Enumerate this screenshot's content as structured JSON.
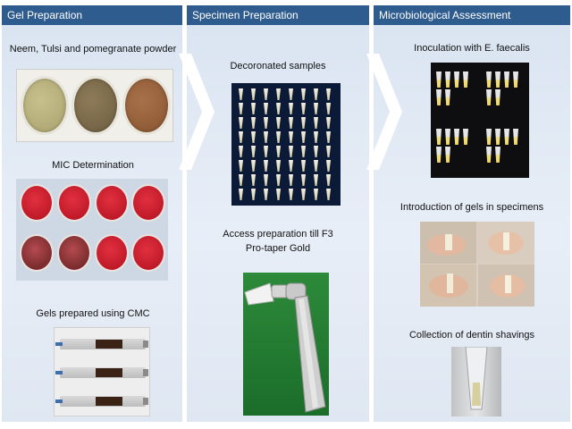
{
  "columns": [
    {
      "header": "Gel Preparation",
      "steps": [
        "Neem, Tulsi and pomegranate powder",
        "MIC Determination",
        "Gels prepared using CMC"
      ]
    },
    {
      "header": "Specimen Preparation",
      "steps": [
        "Decoronated samples",
        "Access preparation till F3",
        "Pro-taper Gold"
      ]
    },
    {
      "header": "Microbiological Assessment",
      "steps": [
        "Inoculation with E. faecalis",
        "Introduction of gels in specimens",
        "Collection of dentin shavings"
      ]
    }
  ],
  "colors": {
    "header_bg": "#2f5c8f",
    "panel_bg": "#dde6f1",
    "arrow": "#ffffff"
  }
}
